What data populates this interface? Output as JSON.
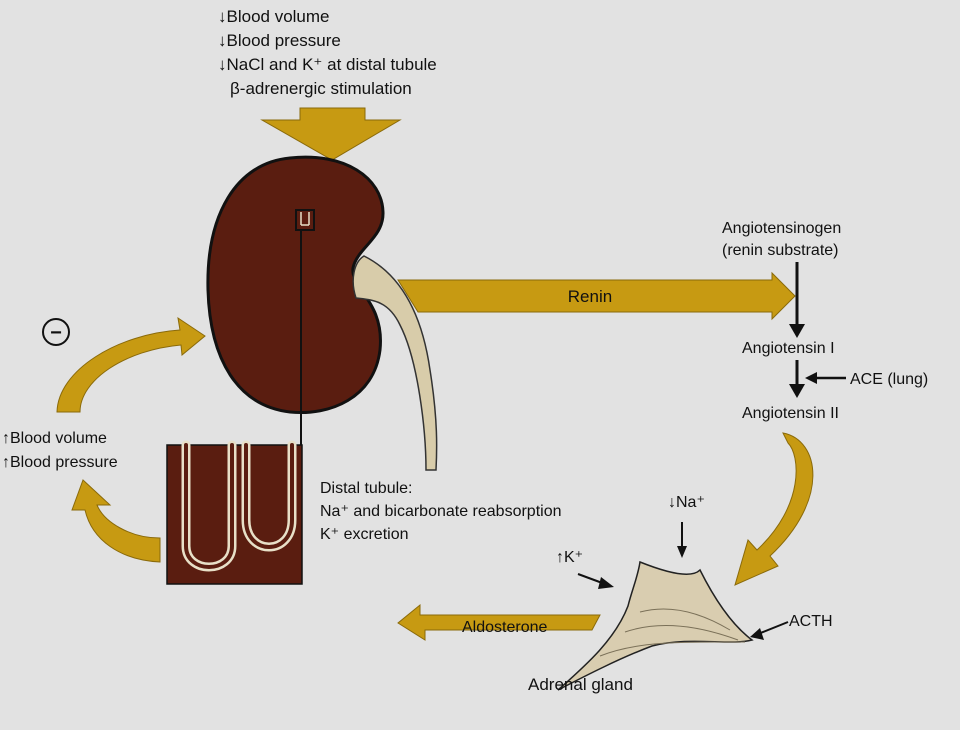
{
  "stimuli": {
    "line1": "↓Blood volume",
    "line2": "↓Blood pressure",
    "line3": "↓NaCl and K⁺ at distal tubule",
    "line4": "β-adrenergic stimulation"
  },
  "renin": "Renin",
  "cascade": {
    "angiotensinogen": "Angiotensinogen",
    "substrate": "(renin substrate)",
    "angiotensin_1": "Angiotensin I",
    "ace": "ACE (lung)",
    "angiotensin_2": "Angiotensin II"
  },
  "feedback": {
    "negative_sign": "−",
    "line1": "↑Blood volume",
    "line2": "↑Blood pressure"
  },
  "distal_tubule": {
    "title": "Distal tubule:",
    "line1": "Na⁺ and bicarbonate reabsorption",
    "line2": "K⁺ excretion"
  },
  "adrenal": {
    "na_label": "↓Na⁺",
    "k_label": "↑K⁺",
    "acth": "ACTH",
    "aldosterone": "Aldosterone",
    "gland": "Adrenal gland"
  },
  "colors": {
    "background": "#e2e2e2",
    "arrow_gold": "#c79a12",
    "kidney_brown": "#5a1d10",
    "tubule_beige": "#d8ccaa",
    "adrenal_beige": "#d9cdb0"
  }
}
